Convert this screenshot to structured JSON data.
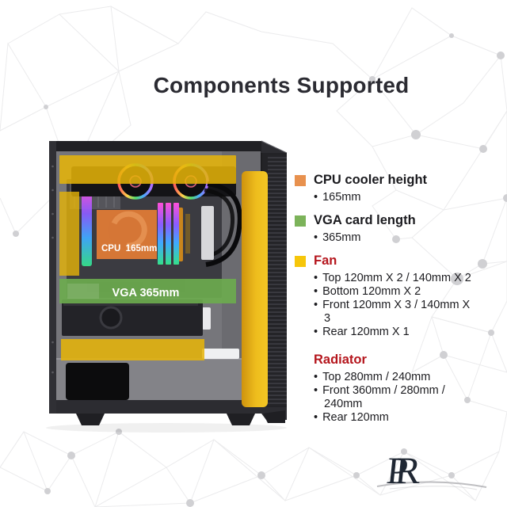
{
  "title": "Components Supported",
  "legend": {
    "items": [
      {
        "label": "CPU cooler height",
        "swatch_color": "#E8914E",
        "bullets": [
          "165mm"
        ]
      },
      {
        "label": "VGA card length",
        "swatch_color": "#7CB35A",
        "bullets": [
          "365mm"
        ]
      },
      {
        "label": "Fan",
        "swatch_color": "#F6C60A",
        "heading_color": "#B5161D",
        "bullets": [
          "Top 120mm X 2 / 140mm X 2",
          "Bottom 120mm X 2",
          "Front 120mm X 3 / 140mm X 3",
          "Rear 120mm X 1"
        ]
      },
      {
        "label": "Radiator",
        "heading_color": "#B5161D",
        "bullets": [
          "Top  280mm / 240mm",
          "Front 360mm / 280mm / 240mm",
          "Rear 120mm"
        ]
      }
    ]
  },
  "case": {
    "cpu_label": "CPU  165mm",
    "vga_label": "VGA 365mm",
    "highlight_yellow": "#E6B408",
    "highlight_orange": "#DD7A36",
    "highlight_green": "#6CAB4E"
  },
  "brand": {
    "monogram": "PR"
  },
  "colors": {
    "title_text": "#2B2B32",
    "body_text": "#1B1B1F",
    "red_heading": "#B5161D",
    "background": "#FFFFFF"
  }
}
